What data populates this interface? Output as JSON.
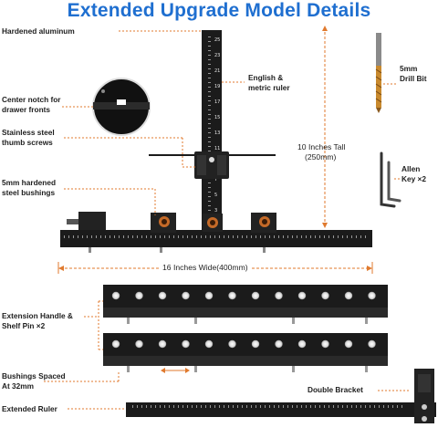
{
  "title": "Extended Upgrade Model Details",
  "colors": {
    "accent": "#e07a2e",
    "title": "#1f6fd0",
    "metal": "#1b1b1b",
    "bushing": "#c56a28"
  },
  "labels": {
    "hardened_aluminum": "Hardened aluminum",
    "english_metric_line1": "English &",
    "english_metric_line2": "metric ruler",
    "drill_bit_line1": "5mm",
    "drill_bit_line2": "Drill Bit",
    "center_notch_line1": "Center notch for",
    "center_notch_line2": "drawer fronts",
    "thumb_screws_line1": "Stainless steel",
    "thumb_screws_line2": "thumb screws",
    "height_line1": "10 Inches Tall",
    "height_line2": "(250mm)",
    "allen_key_line1": "Allen",
    "allen_key_line2": "Key ×2",
    "bushings_line1": "5mm hardened",
    "bushings_line2": "steel bushings",
    "width": "16 Inches Wide(400mm)",
    "extension_handle_line1": "Extension Handle &",
    "extension_handle_line2": "Shelf Pin ×2",
    "bushings_spaced_line1": "Bushings Spaced",
    "bushings_spaced_line2": "At 32mm",
    "double_bracket": "Double Bracket",
    "extended_ruler": "Extended Ruler"
  },
  "icons": {
    "drill_bit": "drill-bit-icon",
    "allen_key": "allen-key-icon",
    "notch_magnifier": "magnifier-icon"
  }
}
